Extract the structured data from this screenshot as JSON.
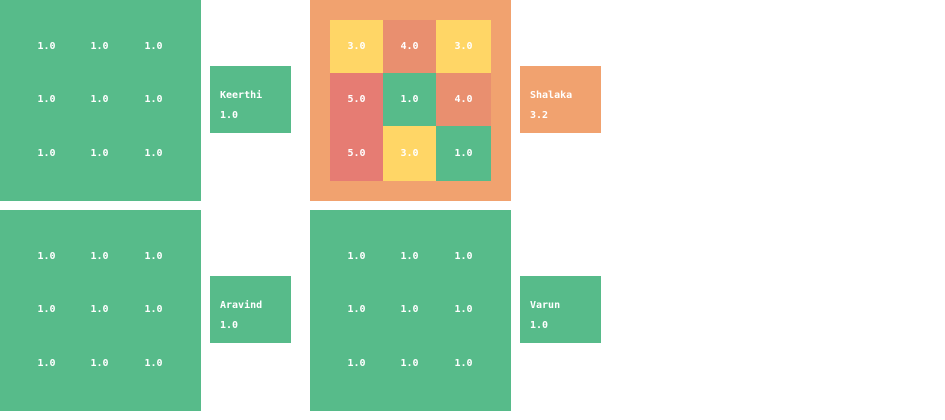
{
  "colors": {
    "green": "#57bb8a",
    "yellow": "#ffd666",
    "salmon": "#e98f6f",
    "red": "#e67c73",
    "orange": "#f1a26f"
  },
  "cards": [
    {
      "name": "Keerthi",
      "score": "1.0",
      "panel_color": "green",
      "label_color": "green",
      "cells": [
        {
          "value": "1.0",
          "color": "green"
        },
        {
          "value": "1.0",
          "color": "green"
        },
        {
          "value": "1.0",
          "color": "green"
        },
        {
          "value": "1.0",
          "color": "green"
        },
        {
          "value": "1.0",
          "color": "green"
        },
        {
          "value": "1.0",
          "color": "green"
        },
        {
          "value": "1.0",
          "color": "green"
        },
        {
          "value": "1.0",
          "color": "green"
        },
        {
          "value": "1.0",
          "color": "green"
        }
      ]
    },
    {
      "name": "Shalaka",
      "score": "3.2",
      "panel_color": "orange",
      "label_color": "orange",
      "cells": [
        {
          "value": "3.0",
          "color": "yellow"
        },
        {
          "value": "4.0",
          "color": "salmon"
        },
        {
          "value": "3.0",
          "color": "yellow"
        },
        {
          "value": "5.0",
          "color": "red"
        },
        {
          "value": "1.0",
          "color": "green"
        },
        {
          "value": "4.0",
          "color": "salmon"
        },
        {
          "value": "5.0",
          "color": "red"
        },
        {
          "value": "3.0",
          "color": "yellow"
        },
        {
          "value": "1.0",
          "color": "green"
        }
      ]
    },
    {
      "name": "Aravind",
      "score": "1.0",
      "panel_color": "green",
      "label_color": "green",
      "cells": [
        {
          "value": "1.0",
          "color": "green"
        },
        {
          "value": "1.0",
          "color": "green"
        },
        {
          "value": "1.0",
          "color": "green"
        },
        {
          "value": "1.0",
          "color": "green"
        },
        {
          "value": "1.0",
          "color": "green"
        },
        {
          "value": "1.0",
          "color": "green"
        },
        {
          "value": "1.0",
          "color": "green"
        },
        {
          "value": "1.0",
          "color": "green"
        },
        {
          "value": "1.0",
          "color": "green"
        }
      ]
    },
    {
      "name": "Varun",
      "score": "1.0",
      "panel_color": "green",
      "label_color": "green",
      "cells": [
        {
          "value": "1.0",
          "color": "green"
        },
        {
          "value": "1.0",
          "color": "green"
        },
        {
          "value": "1.0",
          "color": "green"
        },
        {
          "value": "1.0",
          "color": "green"
        },
        {
          "value": "1.0",
          "color": "green"
        },
        {
          "value": "1.0",
          "color": "green"
        },
        {
          "value": "1.0",
          "color": "green"
        },
        {
          "value": "1.0",
          "color": "green"
        },
        {
          "value": "1.0",
          "color": "green"
        }
      ]
    }
  ]
}
